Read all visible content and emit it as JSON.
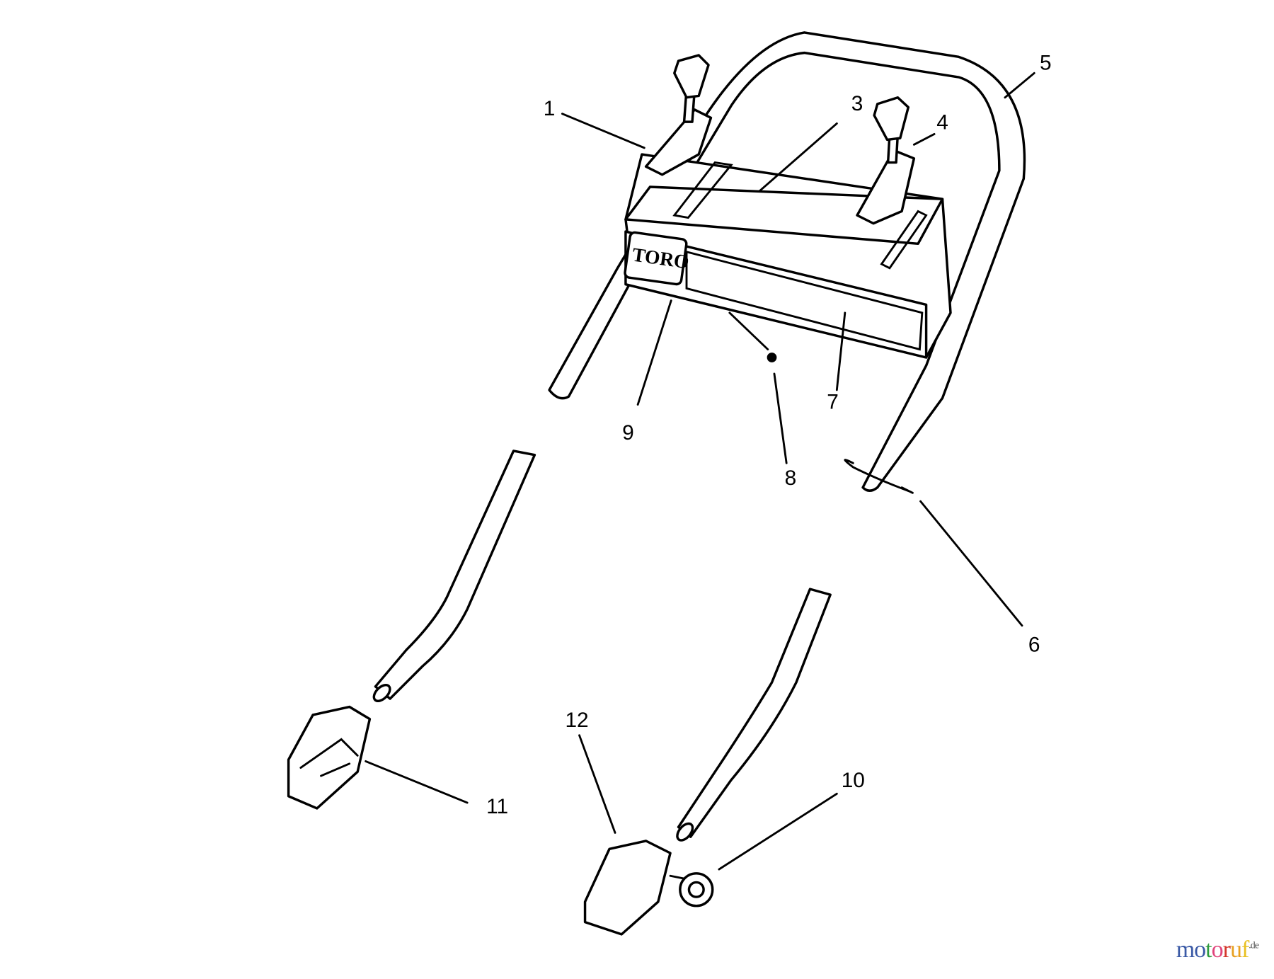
{
  "diagram": {
    "logo_text": "TORO",
    "callouts": [
      {
        "number": "1"
      },
      {
        "number": "3"
      },
      {
        "number": "4"
      },
      {
        "number": "5"
      },
      {
        "number": "6"
      },
      {
        "number": "7"
      },
      {
        "number": "8"
      },
      {
        "number": "9"
      },
      {
        "number": "10"
      },
      {
        "number": "11"
      },
      {
        "number": "12"
      }
    ]
  },
  "watermark": {
    "parts": [
      "m",
      "o",
      "t",
      "o",
      "r",
      "u",
      "f"
    ],
    "suffix": ".de",
    "colors": [
      "#3b5aa6",
      "#3b5aa6",
      "#2e9b3e",
      "#e0457b",
      "#d4372b",
      "#e8a020",
      "#e8c020"
    ]
  }
}
